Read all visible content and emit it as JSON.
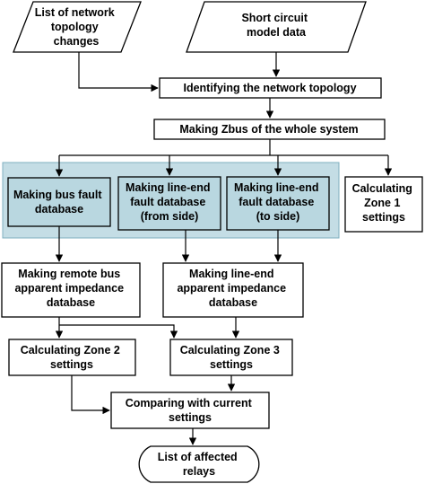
{
  "nodes": {
    "topology_changes": [
      "List of network",
      "topology",
      "changes"
    ],
    "sc_model": [
      "Short circuit",
      "model data"
    ],
    "identify": [
      "Identifying the network topology"
    ],
    "zbus": [
      "Making Zbus of the whole system"
    ],
    "bus_fault": [
      "Making bus fault",
      "database"
    ],
    "line_end_from": [
      "Making line-end",
      "fault database",
      "(from side)"
    ],
    "line_end_to": [
      "Making line-end",
      "fault database",
      "(to side)"
    ],
    "zone1": [
      "Calculating",
      "Zone 1",
      "settings"
    ],
    "remote_bus": [
      "Making remote bus",
      "apparent impedance",
      "database"
    ],
    "line_end_apparent": [
      "Making line-end",
      "apparent impedance",
      "database"
    ],
    "zone2": [
      "Calculating Zone 2",
      "settings"
    ],
    "zone3": [
      "Calculating Zone 3",
      "settings"
    ],
    "comparing": [
      "Comparing with current",
      "settings"
    ],
    "affected": [
      "List of affected",
      "relays"
    ]
  }
}
